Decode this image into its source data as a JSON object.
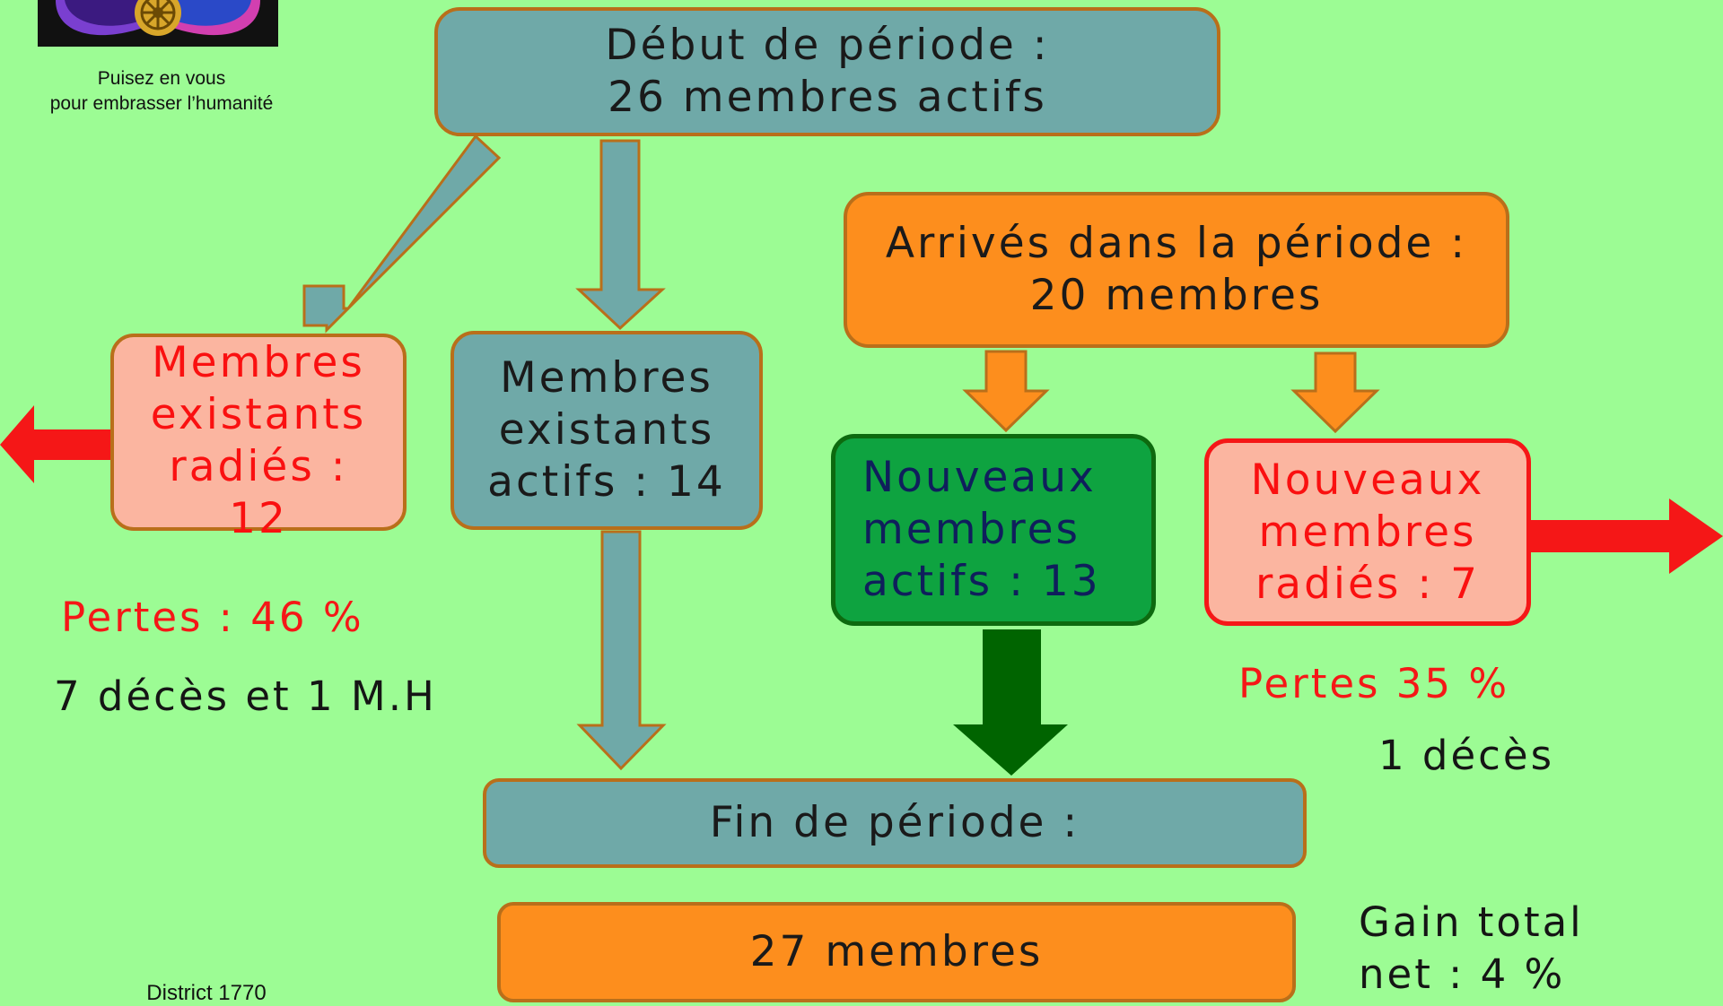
{
  "logo": {
    "name": "rotary-wheel-logo"
  },
  "slogan": {
    "line1": "Puisez en vous",
    "line2": "pour embrasser l’humanité"
  },
  "footer": {
    "district": "District 1770"
  },
  "boxes": {
    "debut": {
      "line1": "Début de période :",
      "line2": "26 membres actifs"
    },
    "arrives": {
      "line1": "Arrivés dans la période :",
      "line2": "20 membres"
    },
    "radies_existants": {
      "line1": "Membres",
      "line2": "existants",
      "line3": "radiés :",
      "line4": "12"
    },
    "actifs_existants": {
      "line1": "Membres",
      "line2": "existants",
      "line3": "actifs : 14"
    },
    "nouveaux_actifs": {
      "line1": "Nouveaux",
      "line2": "membres",
      "line3": "actifs :  13"
    },
    "nouveaux_radies": {
      "line1": "Nouveaux",
      "line2": "membres",
      "line3": "radiés :  7"
    },
    "fin": {
      "label": "Fin de période :"
    },
    "total": {
      "label": "27 membres"
    }
  },
  "stats": {
    "pertes_existants": "Pertes : 46 %",
    "deces_existants": "7 décès et 1 M.H",
    "pertes_nouveaux": "Pertes  35 %",
    "deces_nouveaux": "1 décès",
    "gain_line1": "Gain total",
    "gain_line2": "net : 4 %"
  },
  "colors": {
    "background": "#9cfc94",
    "teal": "#6fa9a8",
    "orange": "#fd8e1d",
    "pink": "#fbb5a0",
    "green": "#0ea340",
    "red": "#f51717",
    "dark_green": "#006400",
    "border_brown": "#b96f1a"
  }
}
